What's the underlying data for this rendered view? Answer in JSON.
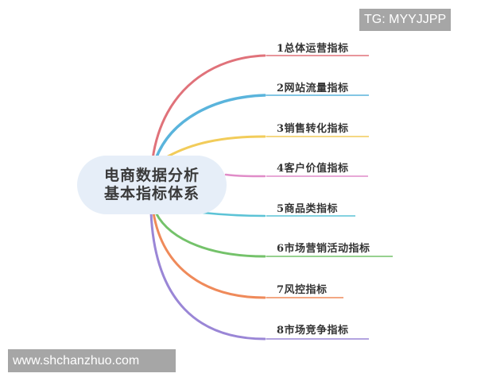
{
  "watermark_top": "TG: MYYJJPP",
  "watermark_bottom": "www.shchanzhuo.com",
  "center": {
    "line1": "电商数据分析",
    "line2": "基本指标体系",
    "fill": "#e6eef8"
  },
  "branches": [
    {
      "label": "1总体运营指标",
      "color": "#e0727a"
    },
    {
      "label": "2网站流量指标",
      "color": "#5ab4dc"
    },
    {
      "label": "3销售转化指标",
      "color": "#f2cc5a"
    },
    {
      "label": "4客户价值指标",
      "color": "#e08cc8"
    },
    {
      "label": "5商品类指标",
      "color": "#5cc3d6"
    },
    {
      "label": "6市场营销活动指标",
      "color": "#74c26a"
    },
    {
      "label": "7风控指标",
      "color": "#ef8a5a"
    },
    {
      "label": "8市场竞争指标",
      "color": "#9a86d6"
    }
  ]
}
